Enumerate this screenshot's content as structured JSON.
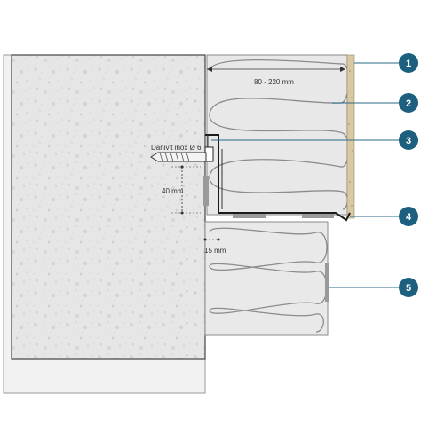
{
  "annotations": {
    "width_range": "80 - 220 mm",
    "anchor": "Danivit inox Ø 6",
    "spacing_40": "40 mm",
    "spacing_15": "15 mm"
  },
  "callouts": [
    "1",
    "2",
    "3",
    "4",
    "5"
  ],
  "colors": {
    "callout_fill": "#1d5f7e",
    "concrete": "#e4e4e4",
    "insulation": "#e7e7e7",
    "render": "#d8c8a4",
    "outline": "#555555",
    "leader": "#2a6a8a"
  }
}
